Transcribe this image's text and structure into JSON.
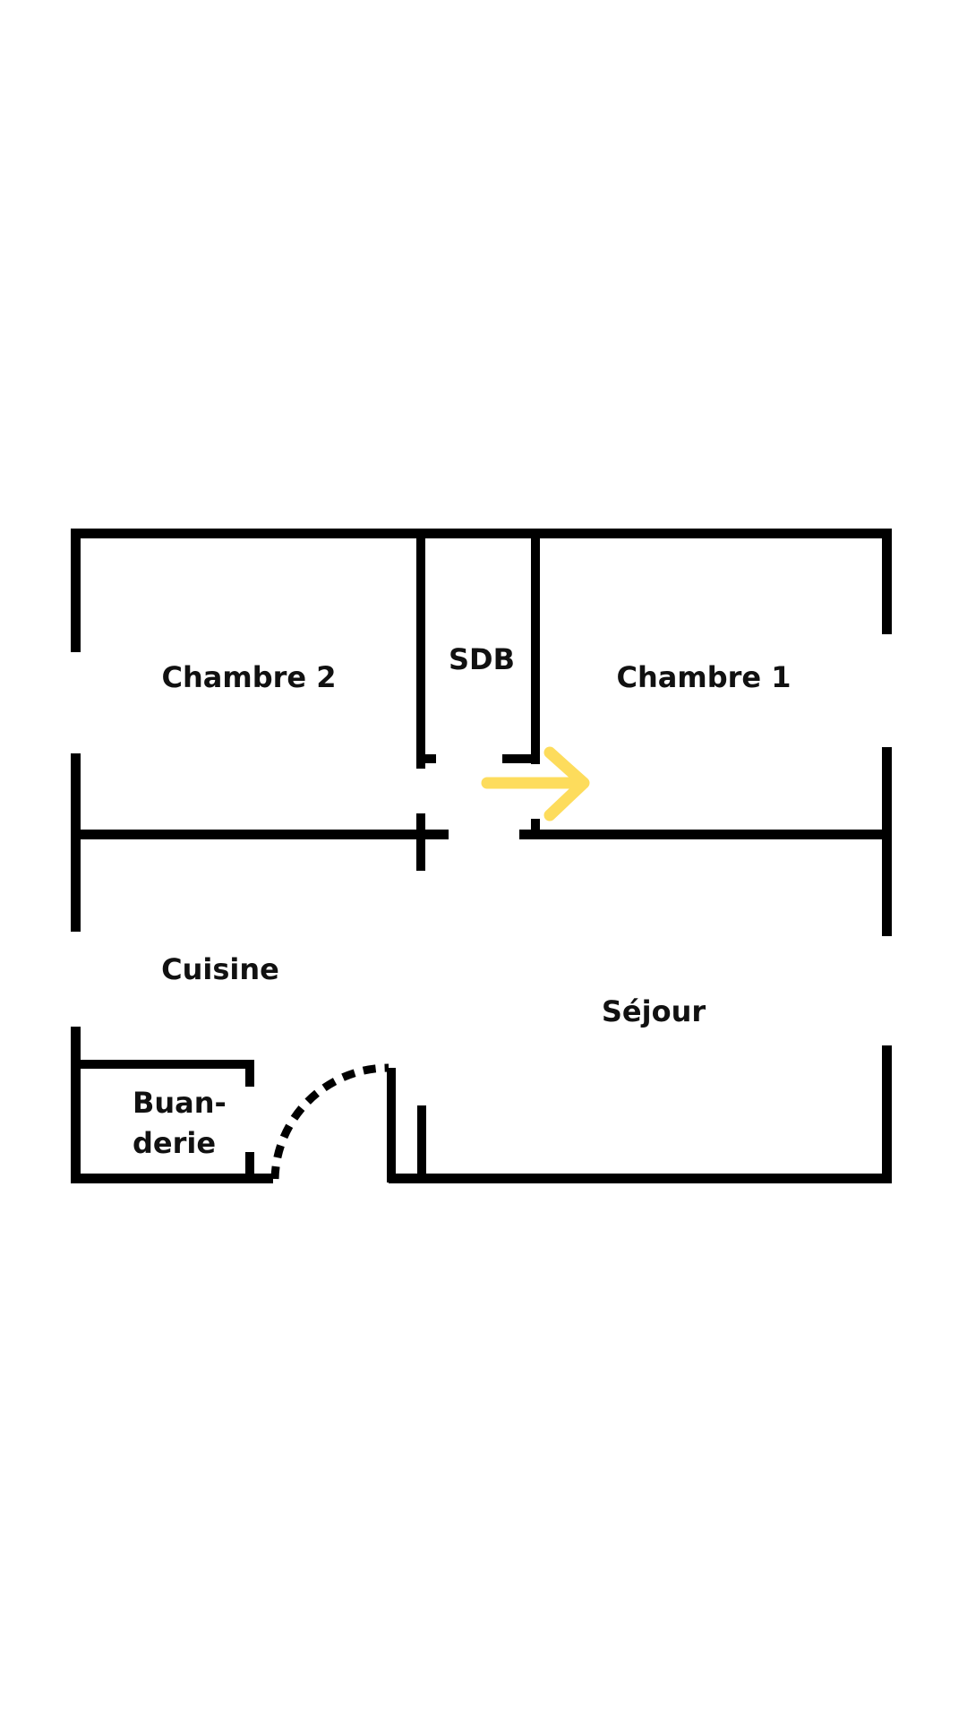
{
  "plan": {
    "rooms": {
      "chambre2": "Chambre 2",
      "sdb": "SDB",
      "chambre1": "Chambre 1",
      "cuisine": "Cuisine",
      "sejour": "Séjour",
      "buanderie_line1": "Buan-",
      "buanderie_line2": "derie"
    },
    "colors": {
      "wall": "#000000",
      "arrow": "#FDDC5C",
      "background": "#FFFFFF"
    }
  }
}
